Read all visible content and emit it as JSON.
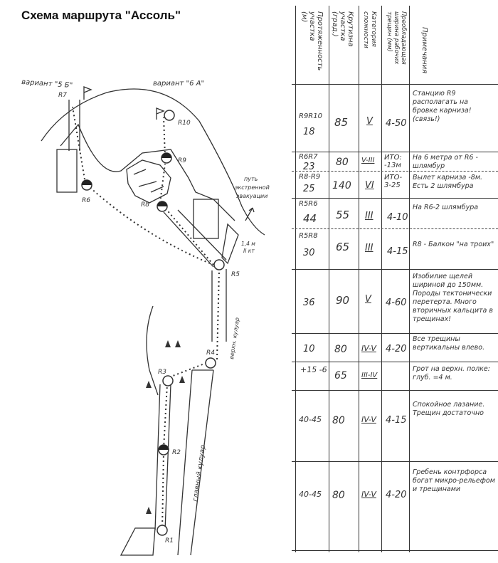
{
  "title": "Схема маршрута \"Ассоль\"",
  "map": {
    "variant_5b": "вариант \"5 Б\"",
    "variant_6a": "вариант \"6 А\"",
    "evac_path": [
      "путь",
      "экстренной",
      "эвакуации"
    ],
    "points": {
      "r1": "R1",
      "r2": "R2",
      "r3": "R3",
      "r4": "R4",
      "r5": "R5",
      "r6": "R6",
      "r7": "R7",
      "r8": "R8",
      "r9": "R9",
      "r10": "R10"
    },
    "gully": "главный кулуар",
    "top_gully": "верхн. кулуар",
    "step": [
      "1,4 м",
      "II кт"
    ]
  },
  "table": {
    "headers": [
      "Протяженность\nучастка\n(м)",
      "Крутизна\nучастка\n(град.)",
      "Категория\nсложности",
      "Преобладающая\nширина рабочих\nтрещин (мм)",
      "Примечания"
    ],
    "rows": [
      {
        "seg": "R9R10",
        "len": "18",
        "angle": "85",
        "cat": "V",
        "width": "4-50",
        "note": "Станцию R9 располагать на бровке карниза! (связь!)"
      },
      {
        "seg": "R6R7",
        "len": "23",
        "angle": "80",
        "cat": "V-III",
        "width": "ИТО: -13м",
        "note": "На 6 метра от R6 - шлямбур"
      },
      {
        "seg": "R8-R9",
        "len": "25",
        "angle": "140",
        "cat": "VI",
        "width": "ИТО- 3-25",
        "note": "Вылет карниза -8м. Есть 2 шлямбура"
      },
      {
        "seg": "R5R6",
        "len": "44",
        "angle": "55",
        "cat": "III",
        "width": "4-10",
        "note": "На R6-2 шлямбура"
      },
      {
        "seg": "R5R8",
        "len": "30",
        "angle": "65",
        "cat": "III",
        "width": "4-15",
        "note": "R8 - Балкон \"на троих\""
      },
      {
        "seg": "",
        "len": "36",
        "angle": "90",
        "cat": "V",
        "width": "4-60",
        "note": "Изобилие щелей шириной до 150мм. Породы тектонически перетерта. Много вторичных кальцита в трещинах!"
      },
      {
        "seg": "",
        "len": "10",
        "angle": "80",
        "cat": "IV-V",
        "width": "4-20",
        "note": "Все трещины вертикальны влево."
      },
      {
        "seg": "",
        "len": "+15 -6",
        "angle": "65",
        "cat": "III-IV",
        "width": "",
        "note": "Грот на верхн. полке: глуб. =4 м."
      },
      {
        "seg": "",
        "len": "40-45",
        "angle": "80",
        "cat": "IV-V",
        "width": "4-15",
        "note": "Спокойное лазание. Трещин достаточно"
      },
      {
        "seg": "",
        "len": "40-45",
        "angle": "80",
        "cat": "IV-V",
        "width": "4-20",
        "note": "Гребень контрфорса богат микро-рельефом и трещинами"
      }
    ]
  },
  "colors": {
    "ink": "#333333",
    "paper": "#ffffff"
  }
}
